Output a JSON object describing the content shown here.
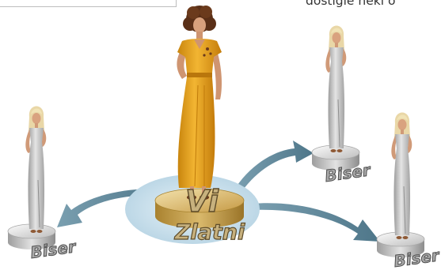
{
  "caption_fragment": "dostigle neki o",
  "center_node": {
    "label_line1": "Vi",
    "label_line2": "Zlatni"
  },
  "pearl_nodes": [
    {
      "label": "Biser"
    },
    {
      "label": "Biser"
    },
    {
      "label": "Biser"
    }
  ],
  "colors": {
    "arrow": "#5f8799",
    "gold_coin": "#d4b56a",
    "platform_glow": "#cfe3ee",
    "silver_pedestal": "#cfcfcf",
    "gold_dress": "#e6a521",
    "silver_dress": "#c9c9c9"
  },
  "icons": [
    "woman-gold-dress-figure",
    "woman-silver-dress-figure",
    "gold-coin-pedestal",
    "silver-pedestal",
    "curved-arrow"
  ]
}
